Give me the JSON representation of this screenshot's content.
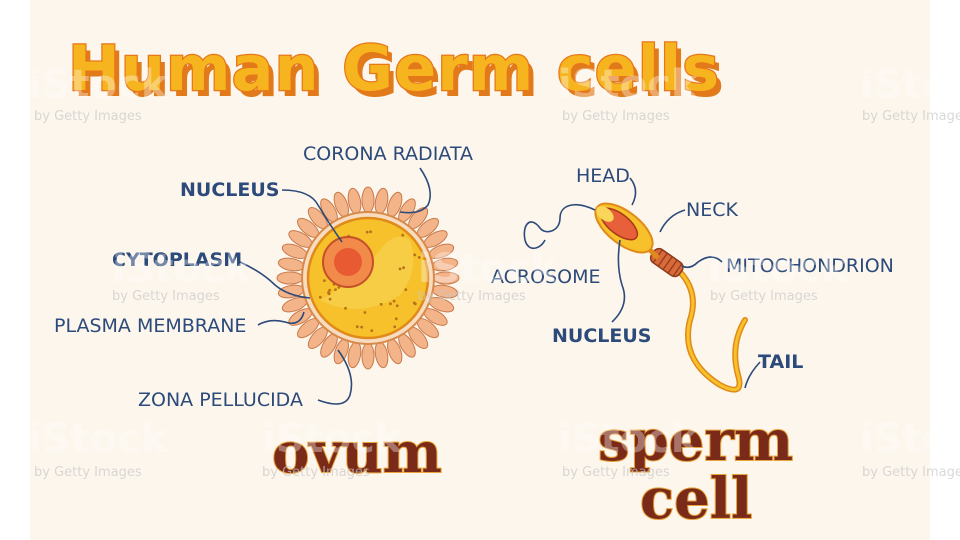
{
  "title": "Human Germ cells",
  "ovum": {
    "caption": "ovum",
    "labels": {
      "corona_radiata": "CORONA RADIATA",
      "nucleus": "NUCLEUS",
      "cytoplasm": "CYTOPLASM",
      "plasma_membrane": "PLASMA MEMBRANE",
      "zona_pellucida": "ZONA PELLUCIDA"
    }
  },
  "sperm": {
    "caption_line1": "sperm",
    "caption_line2": "cell",
    "labels": {
      "head": "HEAD",
      "neck": "NECK",
      "acrosome": "ACROSOME",
      "mitochondrion": "MITOCHONDRION",
      "nucleus": "NUCLEUS",
      "tail": "TAIL"
    }
  },
  "watermark": {
    "brand": "iStock",
    "credit": "by Getty Images"
  },
  "colors": {
    "title_fill": "#f6b51e",
    "title_outline": "#e8761a",
    "label_text": "#2c4a7a",
    "cell_yellow": "#f6c12a",
    "nucleus_red": "#e8603a",
    "corona_pink": "#f4b48a"
  }
}
